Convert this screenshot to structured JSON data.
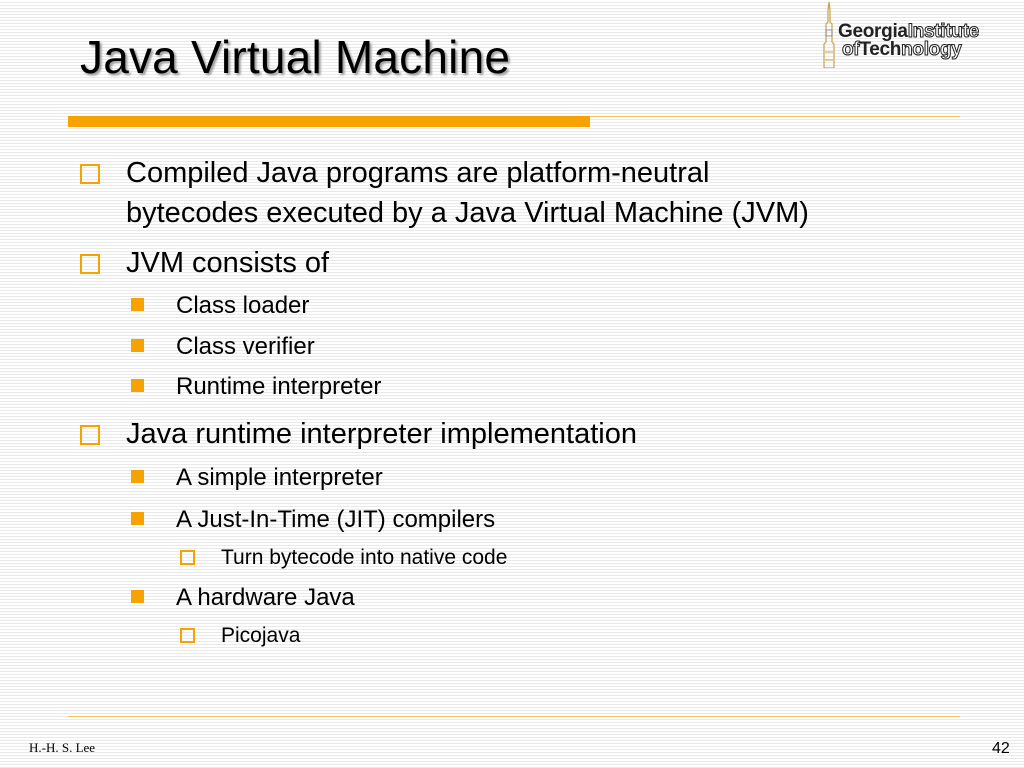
{
  "slide": {
    "title": "Java Virtual Machine",
    "logo": {
      "line1_bold": "Georgia",
      "line1_outline": "Institute",
      "line2_outline_a": "of",
      "line2_bold": "Tech",
      "line2_outline_b": "nology"
    },
    "bullets": [
      {
        "lines": [
          "Compiled Java programs are platform-neutral",
          "bytecodes executed by a Java Virtual Machine (JVM)"
        ]
      },
      {
        "text": "JVM consists of",
        "children": [
          {
            "text": "Class loader"
          },
          {
            "text": "Class verifier"
          },
          {
            "text": "Runtime interpreter"
          }
        ]
      },
      {
        "text": "Java runtime interpreter implementation",
        "children": [
          {
            "text": "A simple interpreter"
          },
          {
            "text": "A Just-In-Time (JIT) compilers",
            "children": [
              {
                "text": "Turn bytecode into native code"
              }
            ]
          },
          {
            "text": "A hardware Java",
            "children": [
              {
                "text": "Picojava"
              }
            ]
          }
        ]
      }
    ],
    "footer": {
      "author": "H.-H. S. Lee",
      "page_number": "42"
    },
    "colors": {
      "accent": "#f6a300",
      "accent_light": "#f6c264",
      "text": "#000000"
    }
  }
}
